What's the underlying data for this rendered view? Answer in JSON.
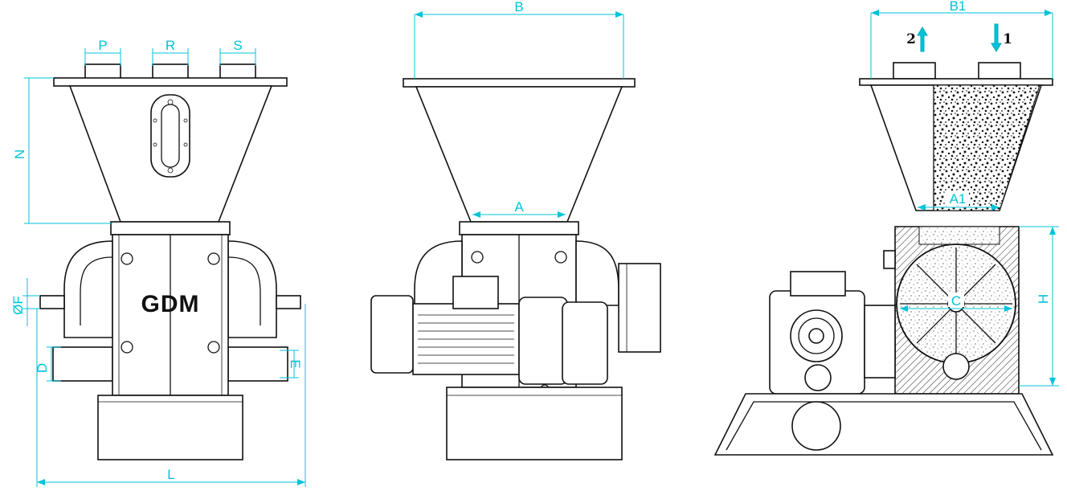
{
  "brand_logo": "GDM",
  "dimension_labels": {
    "P": "P",
    "R": "R",
    "S": "S",
    "N": "N",
    "F": "ØF",
    "D": "D",
    "E": "E",
    "L": "L",
    "B": "B",
    "A": "A",
    "B1": "B1",
    "A1": "A1",
    "C": "C",
    "H": "H"
  },
  "flow_labels": {
    "outlet": "2",
    "inlet": "1"
  },
  "colors": {
    "dimension": "#00c3d9",
    "outline": "#111111",
    "background": "#ffffff"
  }
}
